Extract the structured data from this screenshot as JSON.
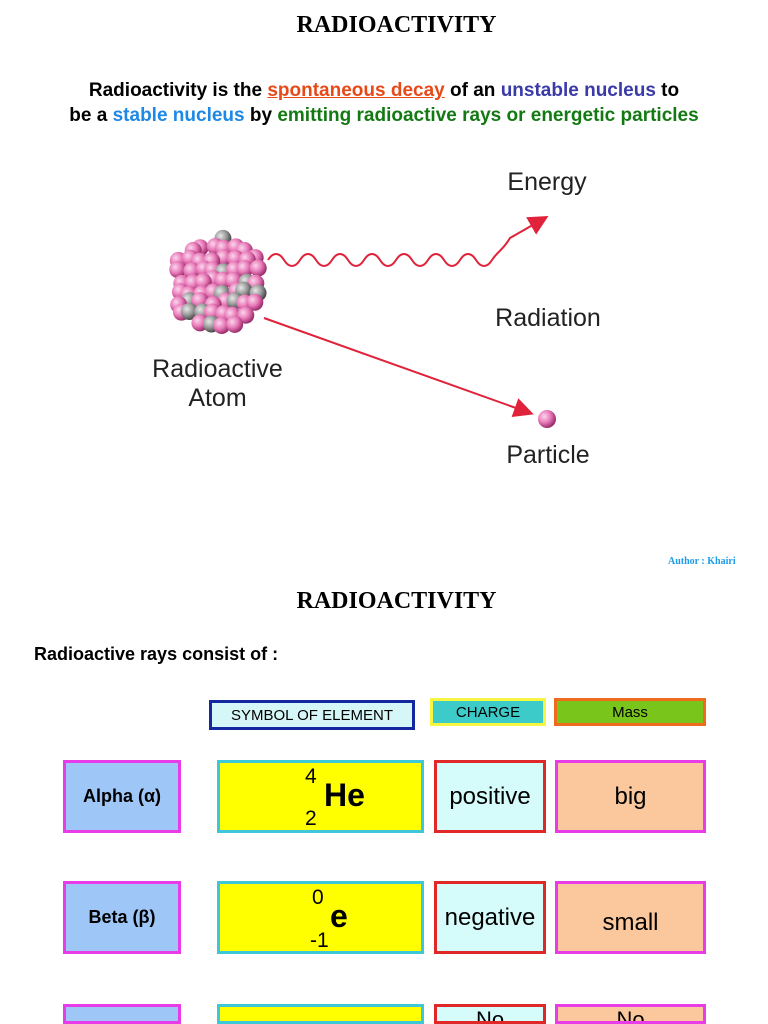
{
  "slide1": {
    "title": "RADIOACTIVITY",
    "definition": {
      "part1": "Radioactivity is the ",
      "spontaneous": "spontaneous decay",
      "part2": " of an ",
      "unstable": "unstable nucleus",
      "part3": " to",
      "part4": "be a ",
      "stable": "stable nucleus",
      "part5": " by ",
      "emitting": "emitting radioactive rays or energetic particles"
    },
    "diagram": {
      "energy": "Energy",
      "radiation": "Radiation",
      "atom_line1": "Radioactive",
      "atom_line2": "Atom",
      "particle": "Particle"
    },
    "author": "Author : Khairi"
  },
  "slide2": {
    "title": "RADIOACTIVITY",
    "intro": "Radioactive rays consist of :",
    "headers": {
      "symbol": "SYMBOL OF ELEMENT",
      "charge": "CHARGE",
      "mass": "Mass"
    },
    "rows": [
      {
        "name": "Alpha (α)",
        "mass_number": "4",
        "atomic_number": "2",
        "symbol": "He",
        "charge": "positive",
        "mass": "big"
      },
      {
        "name": "Beta  (β)",
        "mass_number": "0",
        "atomic_number": "-1",
        "symbol": "e",
        "charge": "negative",
        "mass": "small"
      },
      {
        "name": "",
        "mass_number": "",
        "atomic_number": "",
        "symbol": "",
        "charge": "No",
        "mass": "No"
      }
    ]
  },
  "colors": {
    "spontaneous": "#e64a19",
    "unstable": "#3a3aa8",
    "stable": "#1e88e5",
    "emitting": "#137a13",
    "arrow": "#e0223a"
  }
}
